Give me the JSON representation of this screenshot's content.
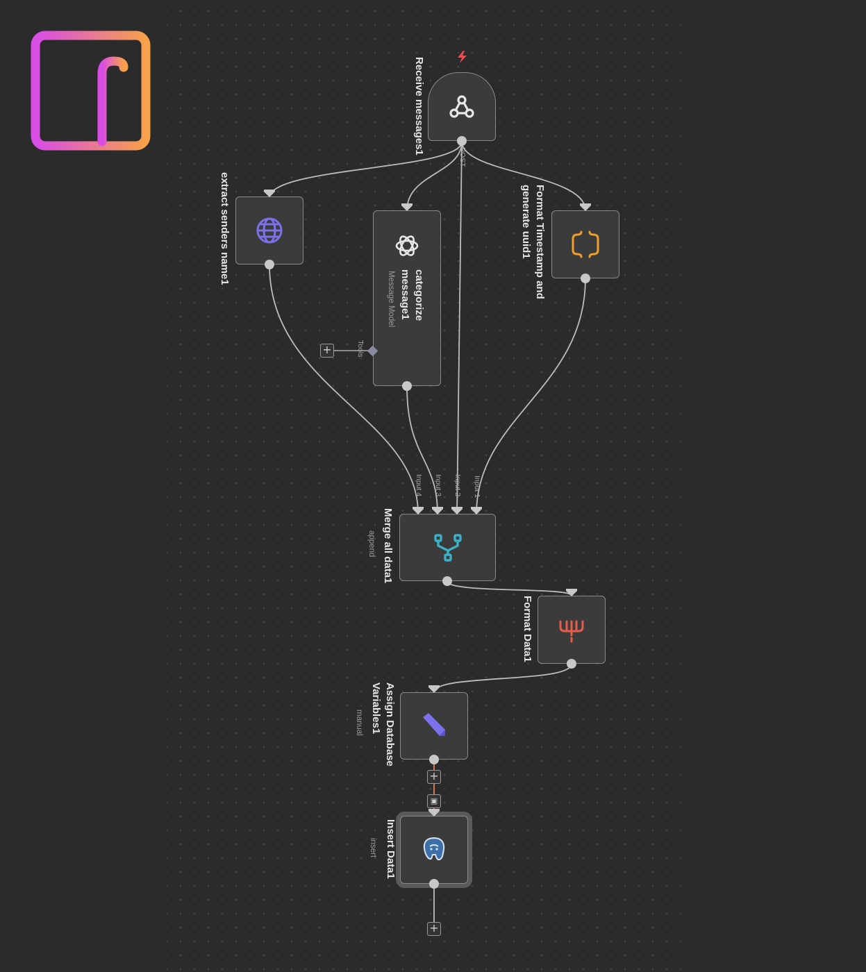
{
  "app": {
    "logo_icon": "facebook-logo-icon",
    "logo_colors": {
      "gradient_start": "#d84de6",
      "gradient_end": "#f7a14b"
    }
  },
  "workflow": {
    "nodes": {
      "receive_messages": {
        "label": "Receive messages1",
        "icon": "webhook-icon",
        "output_label": "POST"
      },
      "extract_senders": {
        "label": "extract senders name1",
        "icon": "globe-icon",
        "icon_color": "#7b72ea"
      },
      "categorize_message": {
        "label": "categorize message1",
        "subtitle": "Message Model",
        "icon": "openai-icon",
        "tools_label": "Tools"
      },
      "format_timestamp": {
        "label": "Format Timestamp and generate uuid1",
        "icon": "curly-braces-icon",
        "icon_color": "#f39c2b"
      },
      "merge_all": {
        "label": "Merge all data1",
        "subtitle": "append",
        "icon": "merge-icon",
        "icon_color": "#3ab1c8",
        "inputs": [
          "Input 4",
          "Input 3",
          "Input 2",
          "Input 1"
        ]
      },
      "format_data": {
        "label": "Format Data1",
        "icon": "code-fork-icon",
        "icon_color": "#e85c4a"
      },
      "assign_db_vars": {
        "label": "Assign Database Variables1",
        "subtitle": "manual",
        "icon": "pen-icon",
        "icon_color": "#7b72ea"
      },
      "insert_data": {
        "label": "Insert Data1",
        "subtitle": "insert",
        "icon": "postgres-icon",
        "icon_color": "#3d6fa8"
      }
    }
  }
}
